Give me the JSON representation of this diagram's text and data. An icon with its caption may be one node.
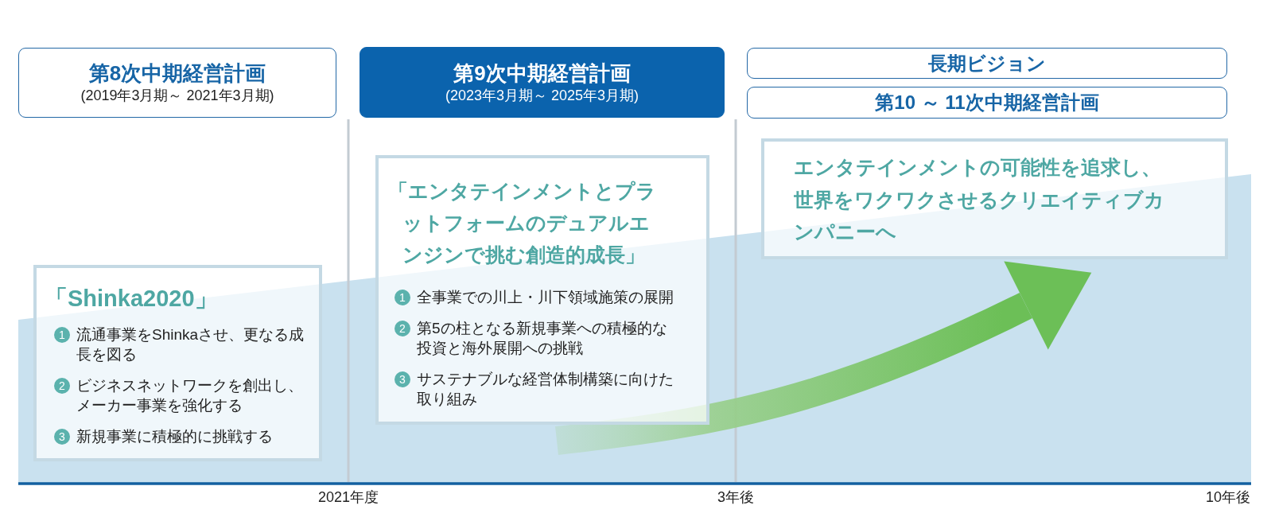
{
  "diagram": {
    "nodes": [
      {
        "text": [
          "第8次中期経営計画",
          "(2019年3月期～ 2021年3月期)"
        ]
      },
      {
        "text": [
          "第9次中期経営計画",
          "(2023年3月期～ 2025年3月期)"
        ]
      },
      {
        "text": [
          "長期ビジョン"
        ]
      },
      {
        "text": [
          "第10 ～ 11次中期経営計画"
        ]
      },
      {
        "text": [
          "「Shinka2020」",
          "1",
          "流通事業をShinkaさせ、更なる成長を図る",
          "2",
          "ビジネスネットワークを創出し、メーカー事業を強化する",
          "3",
          "新規事業に積極的に挑戦する"
        ]
      },
      {
        "text": [
          "「エンタテインメントとプラットフォームのデュアルエンジンで挑む創造的成長」",
          "1",
          "全事業での川上・川下領域施策の展開",
          "2",
          "第5の柱となる新規事業への積極的な投資と海外展開への挑戦",
          "3",
          "サステナブルな経営体制構築に向けた取り組み"
        ]
      },
      {
        "text": [
          "エンタテインメントの可能性を追求し、世界をワクワクさせるクリエイティブカンパニーへ"
        ]
      }
    ],
    "edges": [
      {
        "from": 5,
        "to": 6,
        "arrow": "to"
      }
    ],
    "labels": [
      "2021年度",
      "3年後",
      "10年後"
    ]
  }
}
